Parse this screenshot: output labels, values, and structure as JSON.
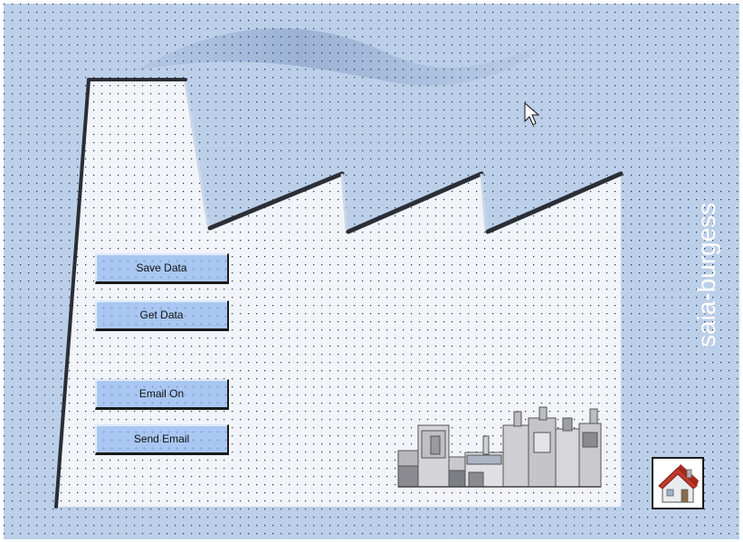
{
  "brand": {
    "text": "saia-burgess"
  },
  "buttons": {
    "save_data": "Save Data",
    "get_data": "Get Data",
    "email_on": "Email On",
    "send_email": "Send Email"
  },
  "icons": {
    "home": "house-icon",
    "machinery": "factory-machinery-icon",
    "cursor": "mouse-pointer-icon"
  },
  "colors": {
    "frame": "#bccfe9",
    "panel": "#f1f4f9",
    "button": "#a9c7f2",
    "dots": "#1e2a3a"
  }
}
